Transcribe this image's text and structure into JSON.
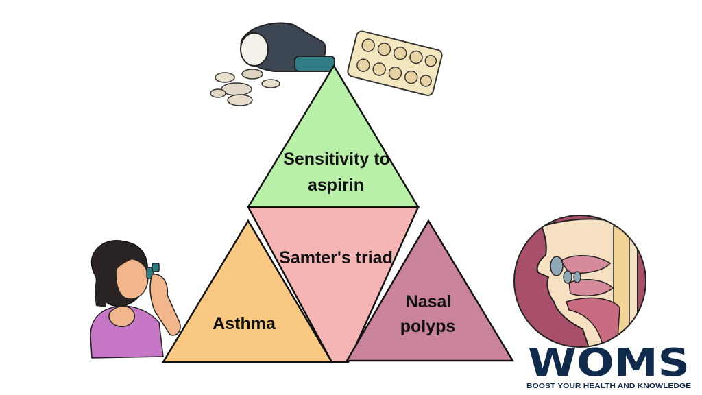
{
  "triad": {
    "top": {
      "lines": [
        "Sensitivity to",
        "aspirin"
      ],
      "color": "#b8f0a8"
    },
    "center": {
      "lines": [
        "Samter's triad"
      ],
      "color": "#f6b5b5"
    },
    "left": {
      "lines": [
        "Asthma"
      ],
      "color": "#f9c983"
    },
    "right": {
      "lines": [
        "Nasal",
        "polyps"
      ],
      "color": "#c9849a"
    }
  },
  "logo": {
    "letters": "WOMS",
    "tagline": "BOOST YOUR HEALTH AND KNOWLEDGE",
    "color": "#0f2a4a"
  },
  "illustrations": [
    "pill-bottle-icon",
    "blister-pack-icon",
    "woman-with-inhaler-icon",
    "nasal-cross-section-icon"
  ]
}
